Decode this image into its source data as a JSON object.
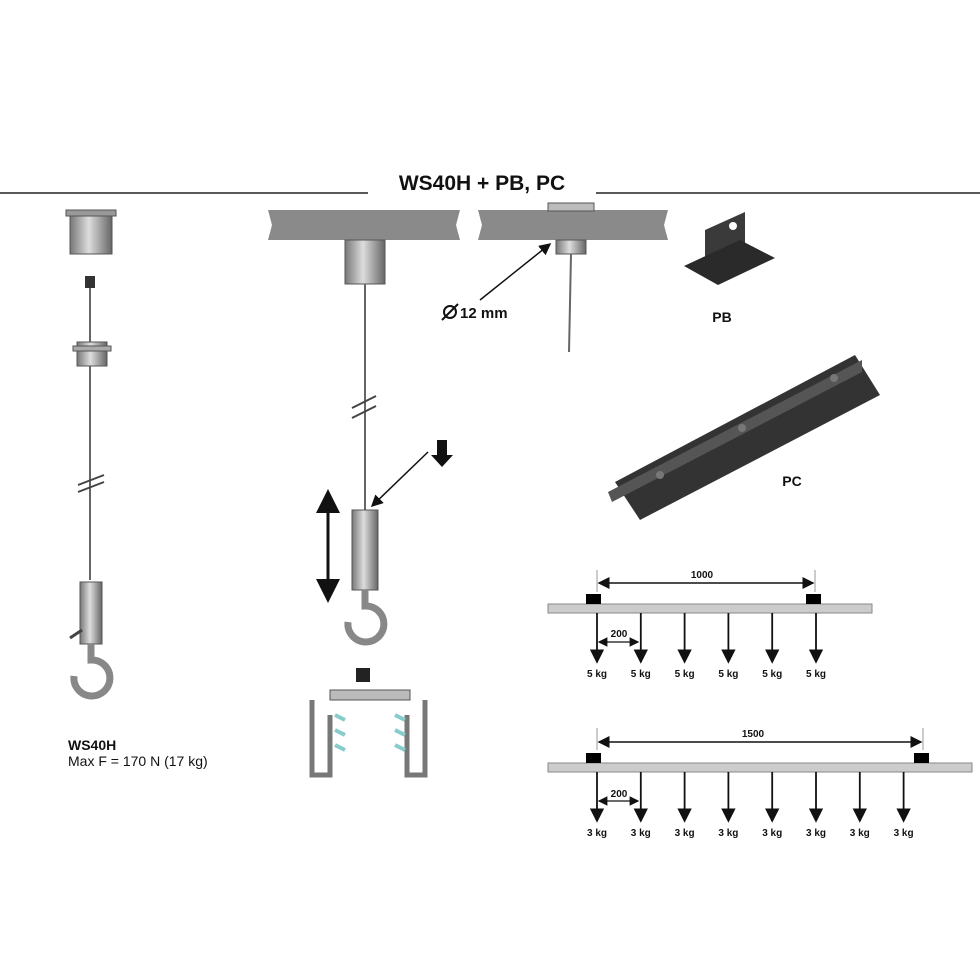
{
  "title": "WS40H + PB, PC",
  "product": {
    "name": "WS40H",
    "max_force": "Max F = 170 N (17 kg)"
  },
  "cable_diameter": "12 mm",
  "parts": {
    "pb": "PB",
    "pc": "PC"
  },
  "load_diagram_1": {
    "span": "1000",
    "spacing": "200",
    "loads": [
      "5 kg",
      "5 kg",
      "5 kg",
      "5 kg",
      "5 kg",
      "5 kg"
    ]
  },
  "load_diagram_2": {
    "span": "1500",
    "spacing": "200",
    "loads": [
      "3 kg",
      "3 kg",
      "3 kg",
      "3 kg",
      "3 kg",
      "3 kg",
      "3 kg",
      "3 kg"
    ]
  }
}
